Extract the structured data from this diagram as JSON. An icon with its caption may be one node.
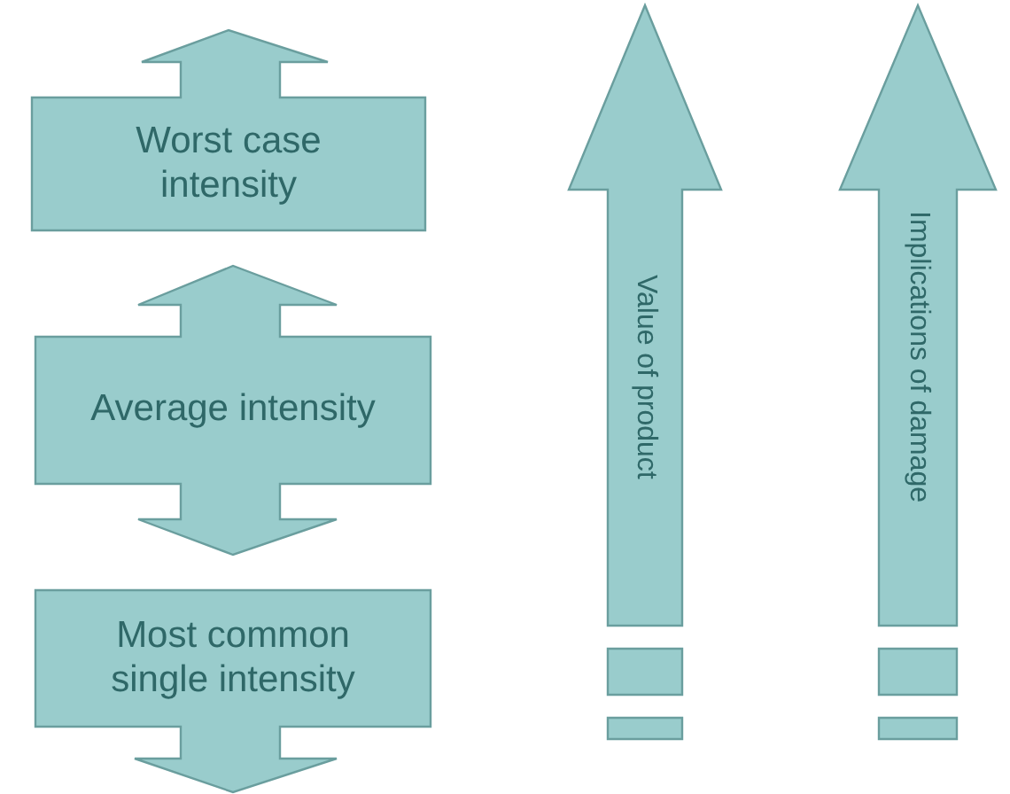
{
  "diagram": {
    "nodes": [
      {
        "text": [
          "Worst case intensity"
        ]
      },
      {
        "text": [
          "Average intensity"
        ]
      },
      {
        "text": [
          "Most common single intensity"
        ]
      },
      {
        "text": [
          "Value of product"
        ]
      },
      {
        "text": [
          "Implications of damage"
        ]
      }
    ]
  }
}
